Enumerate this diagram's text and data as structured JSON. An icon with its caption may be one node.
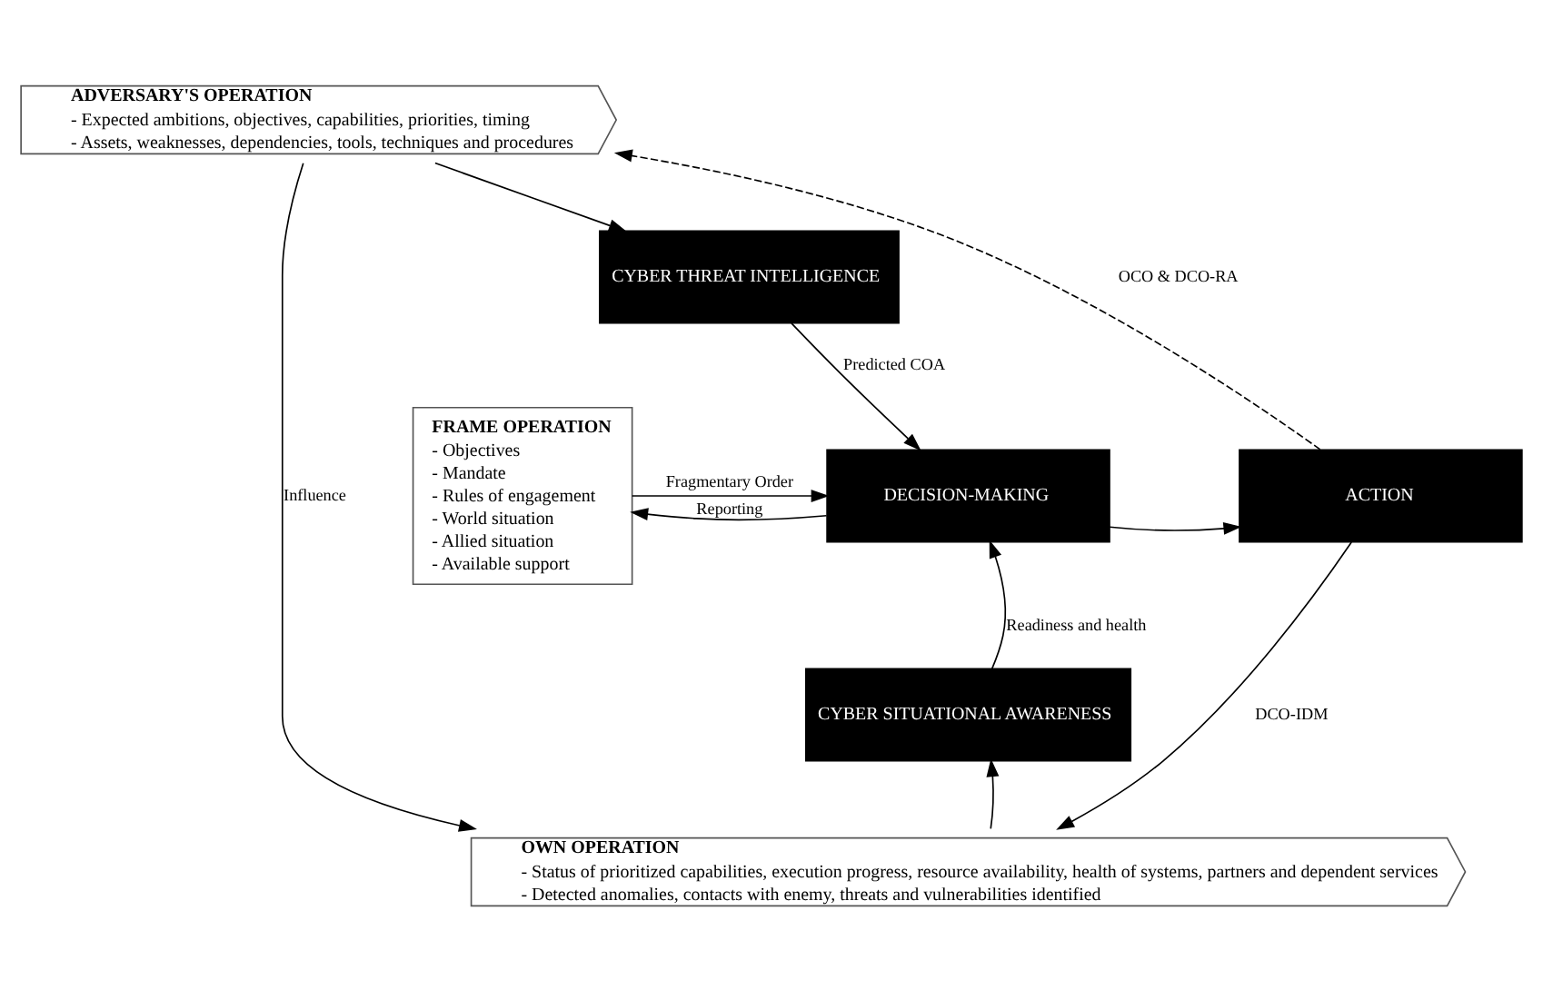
{
  "diagram": {
    "nodes": [
      {
        "text": [
          "ADVERSARY'S OPERATION",
          "- Expected ambitions, objectives, capabilities, priorities, timing",
          "- Assets, weaknesses, dependencies, tools, techniques and procedures"
        ]
      },
      {
        "text": [
          "CYBER THREAT INTELLIGENCE"
        ]
      },
      {
        "text": [
          "FRAME OPERATION",
          "- Objectives",
          "- Mandate",
          "- Rules of engagement",
          "- World situation",
          "- Allied situation",
          "- Available support"
        ]
      },
      {
        "text": [
          "DECISION-MAKING"
        ]
      },
      {
        "text": [
          "ACTION"
        ]
      },
      {
        "text": [
          "CYBER SITUATIONAL AWARENESS"
        ]
      },
      {
        "text": [
          "OWN OPERATION",
          "- Status of prioritized capabilities, execution progress, resource availability, health of systems, partners and dependent services",
          "- Detected anomalies, contacts with enemy, threats and vulnerabilities identified"
        ]
      }
    ],
    "edges": [
      {
        "from": 0,
        "to": 6,
        "arrow": "to",
        "label": "Influence"
      },
      {
        "from": 0,
        "to": 1,
        "arrow": "to"
      },
      {
        "from": 1,
        "to": 3,
        "arrow": "to",
        "label": "Predicted COA"
      },
      {
        "from": 3,
        "to": 2,
        "arrow": "to",
        "label": "Reporting"
      },
      {
        "from": 2,
        "to": 3,
        "arrow": "to",
        "label": "Fragmentary Order"
      },
      {
        "from": 3,
        "to": 4,
        "arrow": "to"
      },
      {
        "from": 4,
        "to": 0,
        "arrow": "to",
        "label": "OCO & DCO-RA",
        "style": "dashed"
      },
      {
        "from": 4,
        "to": 6,
        "arrow": "to",
        "label": "DCO-IDM"
      },
      {
        "from": 6,
        "to": 5,
        "arrow": "to"
      },
      {
        "from": 5,
        "to": 3,
        "arrow": "to",
        "label": "Readiness and health"
      }
    ]
  }
}
